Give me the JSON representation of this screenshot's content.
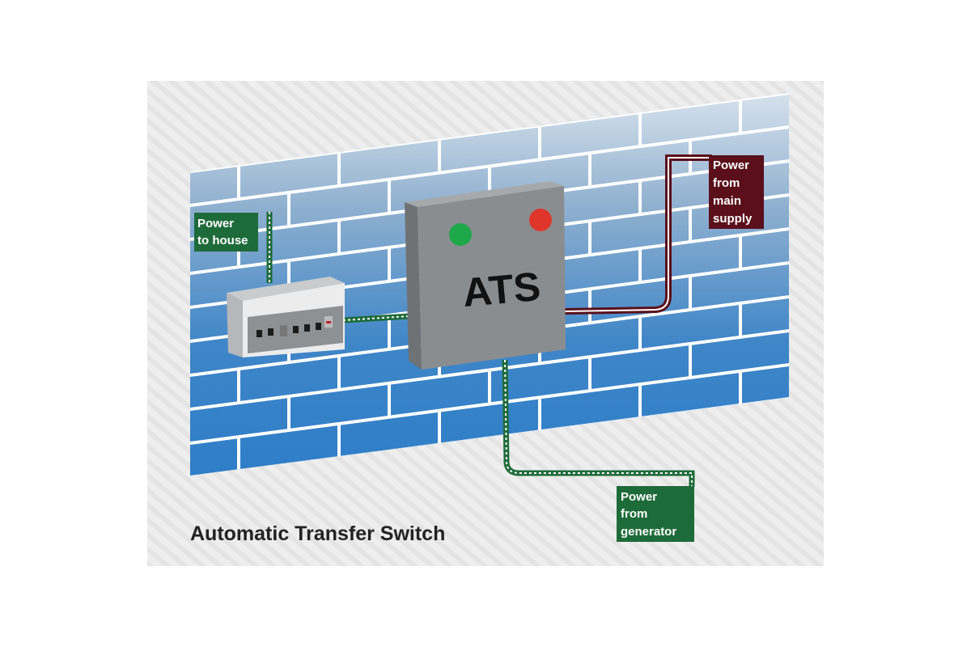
{
  "title": "Automatic Transfer Switch",
  "ats_label": "ATS",
  "labels": {
    "to_house": [
      "Power",
      "to house"
    ],
    "main_supply": [
      "Power",
      "from",
      "main",
      "supply"
    ],
    "generator": [
      "Power",
      "from",
      "generator"
    ]
  },
  "colors": {
    "green_cable": "#1e6b3a",
    "main_cable": "#5a0f1a",
    "wall_blue": "#2f7fc8",
    "ats_gray": "#8a8d90",
    "indicator_green": "#1fa84a",
    "indicator_red": "#e0352a"
  }
}
